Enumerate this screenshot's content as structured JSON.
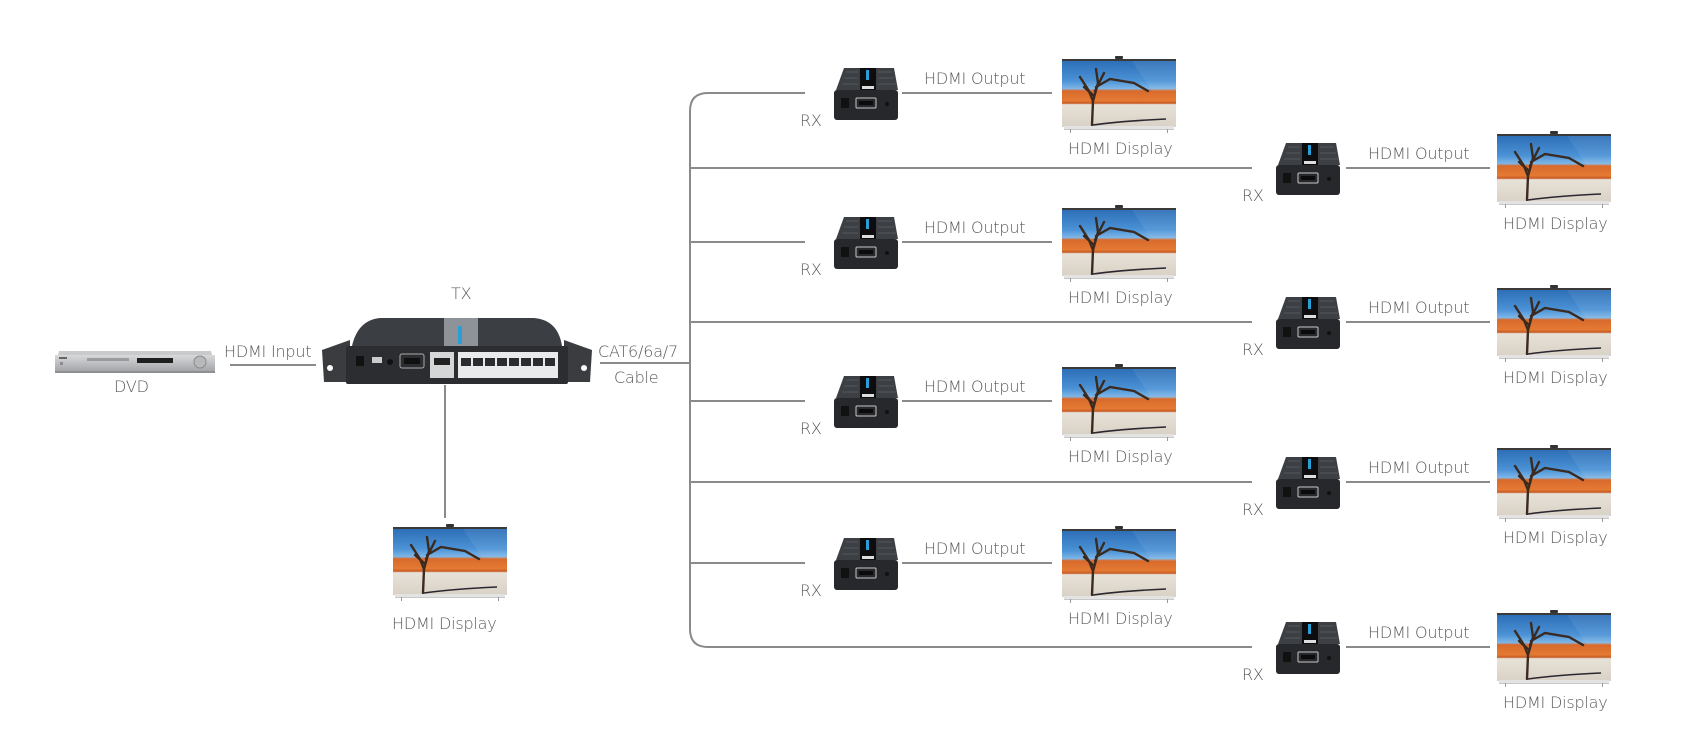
{
  "diagram": {
    "title": "HDMI over CAT6 1x8 splitter/extender connection diagram",
    "source": {
      "label": "DVD",
      "icon": "dvd-player-icon"
    },
    "input_link": {
      "label": "HDMI Input"
    },
    "transmitter": {
      "label": "TX",
      "icon": "transmitter-icon",
      "ports": 8
    },
    "local_display": {
      "label": "HDMI Display",
      "icon": "tv-icon"
    },
    "trunk_cable": {
      "line1": "CAT6/6a/7",
      "line2": "Cable"
    },
    "receivers": [
      {
        "id": 1,
        "column": "left",
        "rx_label": "RX",
        "output_label": "HDMI Output",
        "display_label": "HDMI Display"
      },
      {
        "id": 2,
        "column": "right",
        "rx_label": "RX",
        "output_label": "HDMI Output",
        "display_label": "HDMI Display"
      },
      {
        "id": 3,
        "column": "left",
        "rx_label": "RX",
        "output_label": "HDMI Output",
        "display_label": "HDMI Display"
      },
      {
        "id": 4,
        "column": "right",
        "rx_label": "RX",
        "output_label": "HDMI Output",
        "display_label": "HDMI Display"
      },
      {
        "id": 5,
        "column": "left",
        "rx_label": "RX",
        "output_label": "HDMI Output",
        "display_label": "HDMI Display"
      },
      {
        "id": 6,
        "column": "right",
        "rx_label": "RX",
        "output_label": "HDMI Output",
        "display_label": "HDMI Display"
      },
      {
        "id": 7,
        "column": "left",
        "rx_label": "RX",
        "output_label": "HDMI Output",
        "display_label": "HDMI Display"
      },
      {
        "id": 8,
        "column": "right",
        "rx_label": "RX",
        "output_label": "HDMI Output",
        "display_label": "HDMI Display"
      }
    ],
    "colors": {
      "line": "#8a8a8a",
      "text": "#5a5a5a",
      "device": "#2f3134",
      "accent": "#2a9fd6"
    }
  }
}
